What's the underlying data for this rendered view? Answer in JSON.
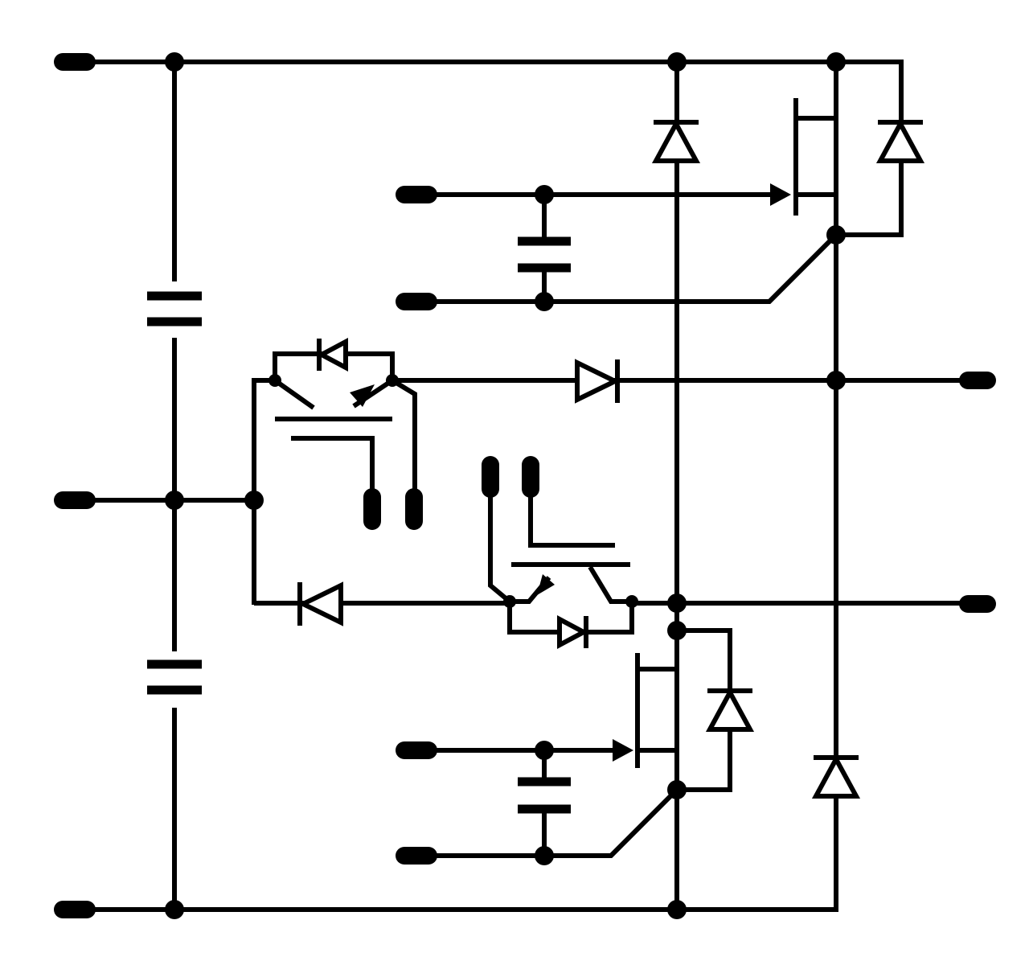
{
  "colors": {
    "ink": "#000000",
    "background": "#ffffff"
  },
  "components": {
    "terminals": 13,
    "junctions": 19,
    "diodes": 8,
    "capacitors": 4,
    "mosfets": 2,
    "igbts": 2
  }
}
